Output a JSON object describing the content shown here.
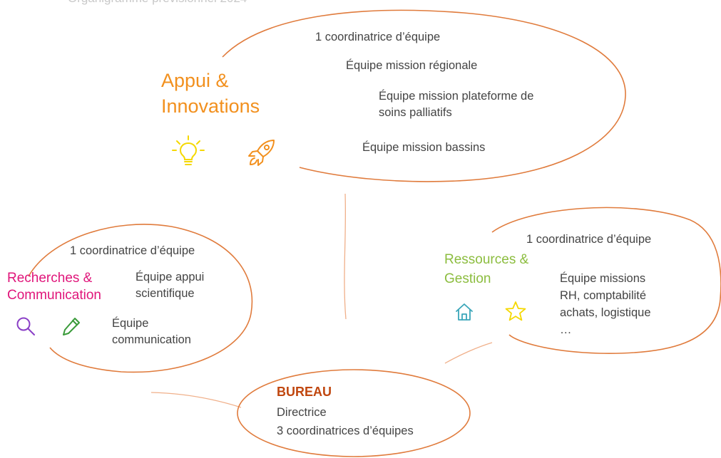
{
  "page_title": "Organigramme prévisionnel 2024",
  "colors": {
    "ellipse_stroke": "#e07b3c",
    "connector": "#f0b08a",
    "appui": "#f2901e",
    "recherches": "#e0157a",
    "ressources": "#8cbd3f",
    "bureau": "#c0470f",
    "text": "#444444",
    "lightbulb_icon": "#f5d800",
    "rocket_icon": "#f2901e",
    "magnifier_icon": "#8a3fc6",
    "pencil_icon": "#3a9b3a",
    "house_icon": "#3aa6b9",
    "star_icon": "#f5d800"
  },
  "appui": {
    "title_line1": "Appui &",
    "title_line2": "Innovations",
    "items": [
      "1 coordinatrice d’équipe",
      "Équipe mission régionale",
      "Équipe mission plateforme de",
      "soins palliatifs",
      "Équipe mission bassins"
    ],
    "icons": [
      "lightbulb-icon",
      "rocket-icon"
    ]
  },
  "recherches": {
    "title_line1": "Recherches &",
    "title_line2": "Communication",
    "items": [
      "1 coordinatrice d’équipe",
      "Équipe appui",
      "scientifique",
      "Équipe",
      "communication"
    ],
    "icons": [
      "magnifier-icon",
      "pencil-icon"
    ]
  },
  "ressources": {
    "title_line1": "Ressources &",
    "title_line2": "Gestion",
    "items": [
      "1 coordinatrice d’équipe",
      "Équipe missions",
      "RH, comptabilité",
      "achats, logistique",
      "…"
    ],
    "icons": [
      "house-icon",
      "star-icon"
    ]
  },
  "bureau": {
    "title": "BUREAU",
    "items": [
      "Directrice",
      "3 coordinatrices d’équipes"
    ]
  }
}
